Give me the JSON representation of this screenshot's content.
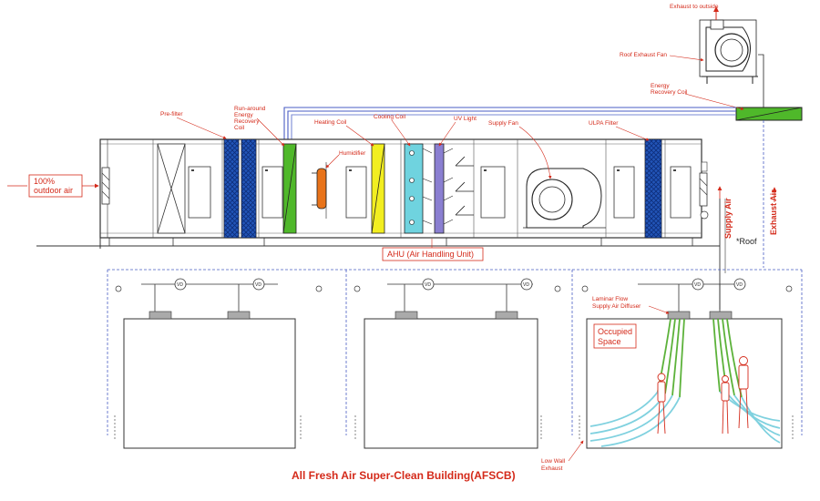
{
  "title": "All Fresh Air Super-Clean Building(AFSCB)",
  "labels": {
    "exhaust_to_outside": "Exhaust to outside",
    "roof_exhaust_fan": "Roof Exhaust Fan",
    "energy_recovery_coil": "Energy Recovery Coil",
    "pre_filter": "Pre-filter",
    "runaround_coil": "Run-around Energy Recovery Coil",
    "heating_coil": "Heating Coil",
    "cooling_coil": "Cooling Coil",
    "uv_light": "UV Light",
    "humidifier": "Humidifier",
    "supply_fan": "Supply Fan",
    "ulpa_filter": "ULPA Filter",
    "outdoor_air": "100% outdoor air",
    "ahu": "AHU (Air Handling Unit)",
    "supply_air": "Supply Air",
    "exhaust_air": "Exhaust Air",
    "roof": "Roof",
    "laminar_diffuser": "Laminar Flow Supply Air Diffuser",
    "occupied_space": "Occupied Space",
    "low_wall_exhaust": "Low Wall Exhaust",
    "vd": "VD"
  },
  "colors": {
    "label_red": "#d42a1a",
    "filter_blue": "#2255b8",
    "coil_green": "#4fb82a",
    "heating_orange": "#e8731a",
    "cooling_yellow": "#f2ee20",
    "cooling_cyan": "#6fd3df",
    "uv_purple": "#8a7fd1",
    "duct_blue": "#4a5cc4",
    "airflow_green": "#5cb23a",
    "airflow_cyan": "#7fd1df"
  }
}
